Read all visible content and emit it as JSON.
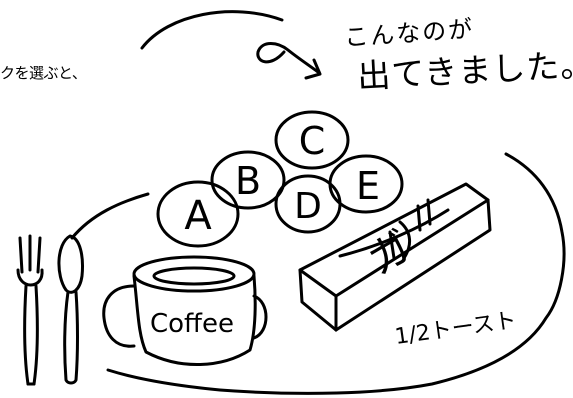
{
  "captions": {
    "left": "クを選ぶと、",
    "right_line1": "こんなのが",
    "right_line2": "出てきました。"
  },
  "options": [
    {
      "letter": "A"
    },
    {
      "letter": "B"
    },
    {
      "letter": "C"
    },
    {
      "letter": "D"
    },
    {
      "letter": "E"
    }
  ],
  "mug": {
    "label": "Coffee"
  },
  "toast": {
    "label": "1/2トースト",
    "mark": "ガ"
  },
  "colors": {
    "ink": "#000000",
    "paper": "#ffffff"
  }
}
